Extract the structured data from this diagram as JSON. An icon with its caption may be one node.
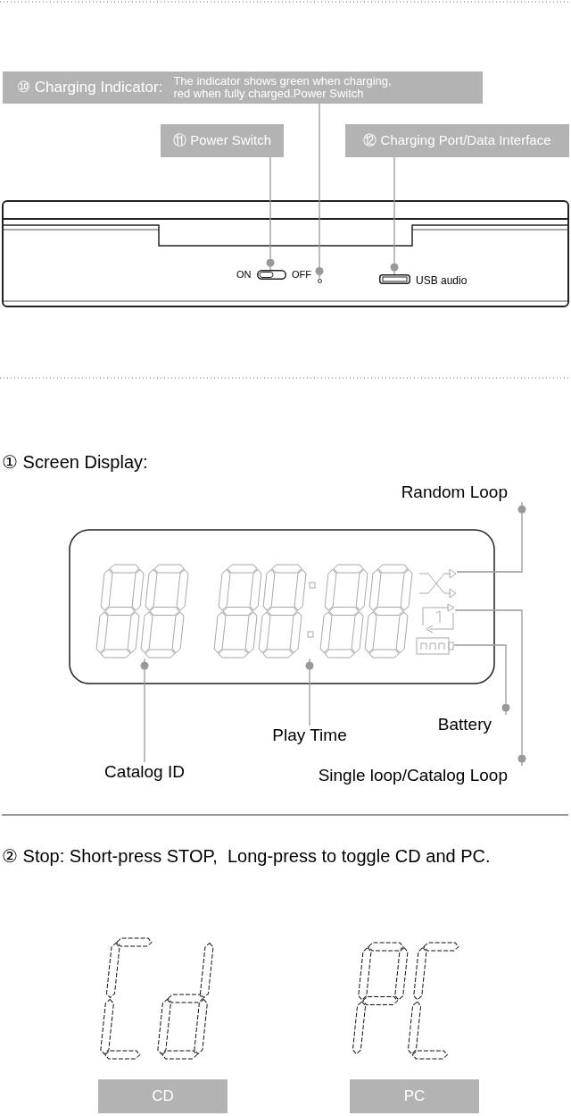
{
  "diagram": {
    "nodes": [
      {
        "text": [
          "⑩ Charging Indicator:",
          "The indicator shows green when charging, red when fully charged.Power Switch"
        ]
      },
      {
        "text": [
          "⑪ Power Switch"
        ]
      },
      {
        "text": [
          "⑫ Charging Port/Data Interface"
        ]
      },
      {
        "text": [],
        "shape": "picture"
      },
      {
        "text": [],
        "shape": "circle"
      },
      {
        "text": [],
        "shape": "picture"
      },
      {
        "text": [
          "Random Loop"
        ]
      },
      {
        "text": [],
        "shape": "picture"
      },
      {
        "text": [],
        "shape": "picture"
      },
      {
        "text": [],
        "shape": "picture"
      },
      {
        "text": [],
        "shape": "picture"
      },
      {
        "text": [],
        "shape": "picture"
      },
      {
        "text": [
          "Play Time"
        ]
      },
      {
        "text": [
          "Battery"
        ]
      },
      {
        "text": [
          "Catalog ID"
        ]
      },
      {
        "text": [
          "Single loop/Catalog Loop"
        ]
      },
      {
        "text": [
          "CD"
        ]
      },
      {
        "text": [
          "PC"
        ]
      }
    ],
    "edges": [
      {
        "from": 0,
        "to": 4,
        "arrow": "other"
      },
      {
        "from": 1,
        "to": 3,
        "arrow": "other"
      },
      {
        "from": 2,
        "to": 5,
        "arrow": "other"
      },
      {
        "from": 9,
        "to": 6,
        "arrow": "other"
      },
      {
        "from": 11,
        "to": 13,
        "arrow": "other"
      },
      {
        "from": 10,
        "to": 15,
        "arrow": "other"
      },
      {
        "from": 14,
        "to": 7,
        "arrow": "other"
      },
      {
        "from": 12,
        "to": 8,
        "arrow": "other"
      }
    ],
    "labels": [
      "ON",
      "OFF",
      "USB audio",
      "① Screen Display:",
      "② Stop: Short-press STOP,  Long-press to toggle CD and PC."
    ]
  }
}
